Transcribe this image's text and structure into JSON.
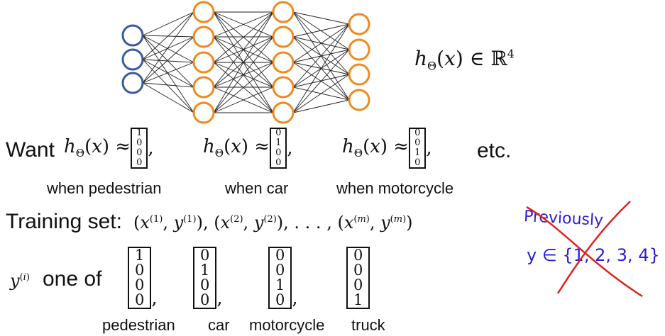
{
  "network": {
    "equation": "h_Θ(x) ∈ ℝ^4"
  },
  "want": {
    "label": "Want",
    "items": [
      {
        "vector": [
          "1",
          "0",
          "0",
          "0"
        ],
        "caption": "when pedestrian"
      },
      {
        "vector": [
          "0",
          "1",
          "0",
          "0"
        ],
        "caption": "when car"
      },
      {
        "vector": [
          "0",
          "0",
          "1",
          "0"
        ],
        "caption": "when motorcycle"
      }
    ],
    "etc": "etc."
  },
  "training": {
    "label": "Training set:"
  },
  "labels": {
    "prefix": "one of",
    "items": [
      {
        "vector": [
          "1",
          "0",
          "0",
          "0"
        ],
        "caption": "pedestrian"
      },
      {
        "vector": [
          "0",
          "1",
          "0",
          "0"
        ],
        "caption": "car"
      },
      {
        "vector": [
          "0",
          "0",
          "1",
          "0"
        ],
        "caption": "motorcycle"
      },
      {
        "vector": [
          "0",
          "0",
          "0",
          "1"
        ],
        "caption": "truck"
      }
    ]
  },
  "handwritten": {
    "line1": "Previously",
    "line2": "y ∈ {1, 2, 3, 4}"
  },
  "colors": {
    "input_node": "#3a5aa0",
    "hidden_node": "#f0891f",
    "edge": "#222222",
    "ink": "#2a1fd6",
    "cross": "#e02020"
  }
}
